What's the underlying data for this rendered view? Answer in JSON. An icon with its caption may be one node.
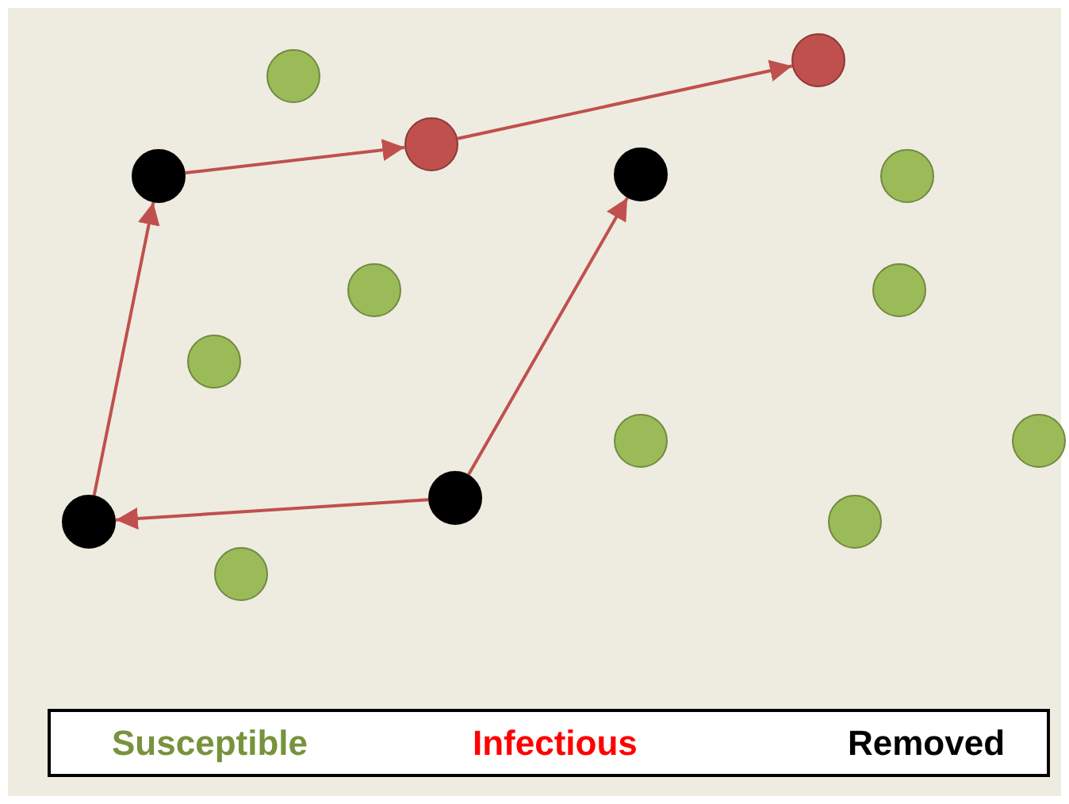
{
  "diagram": {
    "nodes": [
      {
        "text": [],
        "shape": "circle"
      },
      {
        "text": [],
        "shape": "circle"
      },
      {
        "text": [],
        "shape": "circle"
      },
      {
        "text": [],
        "shape": "circle"
      },
      {
        "text": [],
        "shape": "circle"
      },
      {
        "text": [],
        "shape": "circle"
      },
      {
        "text": [],
        "shape": "circle"
      },
      {
        "text": [],
        "shape": "circle"
      },
      {
        "text": [],
        "shape": "circle"
      },
      {
        "text": [],
        "shape": "circle"
      },
      {
        "text": [],
        "shape": "circle"
      },
      {
        "text": [],
        "shape": "circle"
      },
      {
        "text": [],
        "shape": "circle"
      },
      {
        "text": [],
        "shape": "circle"
      },
      {
        "text": [],
        "shape": "circle"
      }
    ],
    "edges": [
      {
        "from": 12,
        "to": 4,
        "arrow": "to"
      },
      {
        "from": 4,
        "to": 2,
        "arrow": "to"
      },
      {
        "from": 2,
        "to": 0,
        "arrow": "to"
      },
      {
        "from": 11,
        "to": 12,
        "arrow": "to"
      },
      {
        "from": 11,
        "to": 3,
        "arrow": "to"
      }
    ],
    "legend": [
      {
        "text": "Susceptible",
        "color": "#77933c"
      },
      {
        "text": "Infectious",
        "color": "#ff0000"
      },
      {
        "text": "Removed",
        "color": "#000000"
      }
    ]
  }
}
